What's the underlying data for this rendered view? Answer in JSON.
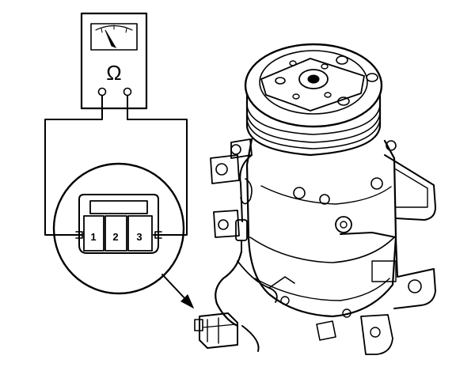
{
  "meter": {
    "symbol": "Ω",
    "icon": "ohmmeter-icon"
  },
  "connector": {
    "pins": [
      {
        "label": "1"
      },
      {
        "label": "2"
      },
      {
        "label": "3"
      }
    ]
  },
  "colors": {
    "ink": "#000000",
    "paper": "#ffffff"
  }
}
